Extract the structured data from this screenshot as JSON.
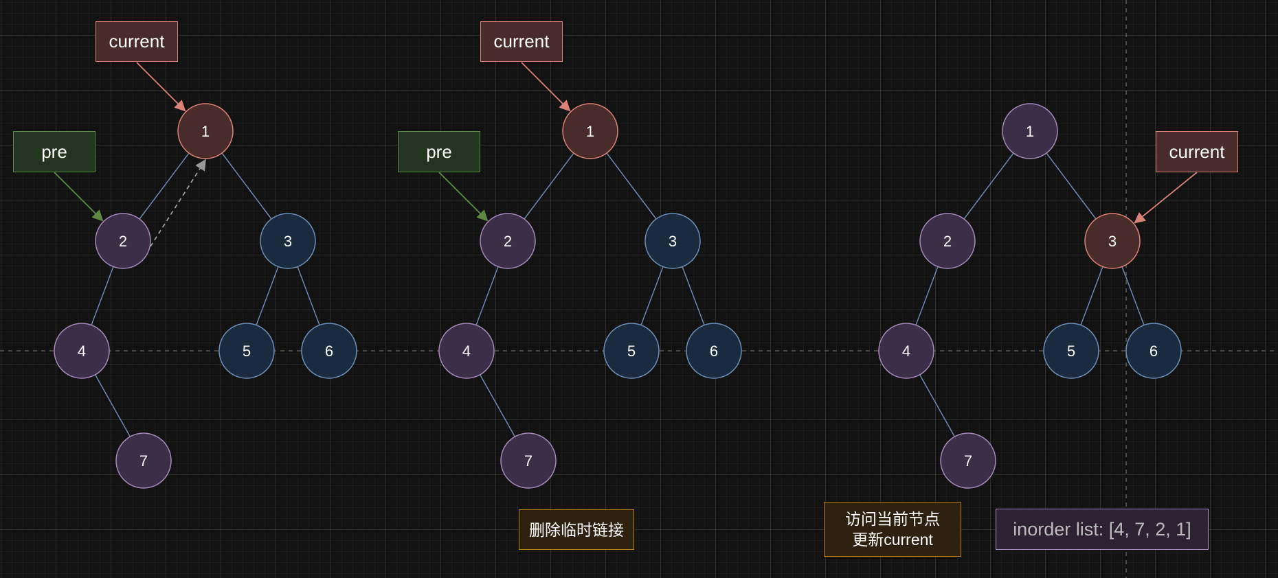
{
  "colors": {
    "background": "#121212",
    "node_purple_fill": "#3b2f47",
    "node_purple_stroke": "#a48ab8",
    "node_blue_fill": "#1b2b3f",
    "node_blue_stroke": "#6d8fb8",
    "node_current_fill": "#4a2b2b",
    "node_current_stroke": "#d9827a",
    "edge": "#6f87ad",
    "current_arrow": "#d9827a",
    "pre_arrow": "#5c8a44",
    "temp_link": "#9a9a9a",
    "guide_line": "#5a5a5a"
  },
  "panels": [
    {
      "id": "step-1",
      "nodes": [
        {
          "label": "1",
          "style": "current"
        },
        {
          "label": "2",
          "style": "purple"
        },
        {
          "label": "3",
          "style": "blue"
        },
        {
          "label": "4",
          "style": "purple"
        },
        {
          "label": "5",
          "style": "blue"
        },
        {
          "label": "6",
          "style": "blue"
        },
        {
          "label": "7",
          "style": "purple"
        }
      ],
      "edges": [
        [
          "1",
          "2"
        ],
        [
          "1",
          "3"
        ],
        [
          "2",
          "4"
        ],
        [
          "3",
          "5"
        ],
        [
          "3",
          "6"
        ],
        [
          "4",
          "7"
        ]
      ],
      "temp_link": {
        "from": "2",
        "to": "1"
      },
      "current_label": "current",
      "current_target": "1",
      "pre_label": "pre",
      "pre_target": "2"
    },
    {
      "id": "step-2",
      "nodes": [
        {
          "label": "1",
          "style": "current"
        },
        {
          "label": "2",
          "style": "purple"
        },
        {
          "label": "3",
          "style": "blue"
        },
        {
          "label": "4",
          "style": "purple"
        },
        {
          "label": "5",
          "style": "blue"
        },
        {
          "label": "6",
          "style": "blue"
        },
        {
          "label": "7",
          "style": "purple"
        }
      ],
      "edges": [
        [
          "1",
          "2"
        ],
        [
          "1",
          "3"
        ],
        [
          "2",
          "4"
        ],
        [
          "3",
          "5"
        ],
        [
          "3",
          "6"
        ],
        [
          "4",
          "7"
        ]
      ],
      "current_label": "current",
      "current_target": "1",
      "pre_label": "pre",
      "pre_target": "2",
      "note": "删除临时链接"
    },
    {
      "id": "step-3",
      "nodes": [
        {
          "label": "1",
          "style": "purple"
        },
        {
          "label": "2",
          "style": "purple"
        },
        {
          "label": "3",
          "style": "current"
        },
        {
          "label": "4",
          "style": "purple"
        },
        {
          "label": "5",
          "style": "blue"
        },
        {
          "label": "6",
          "style": "blue"
        },
        {
          "label": "7",
          "style": "purple"
        }
      ],
      "edges": [
        [
          "1",
          "2"
        ],
        [
          "1",
          "3"
        ],
        [
          "2",
          "4"
        ],
        [
          "3",
          "5"
        ],
        [
          "3",
          "6"
        ],
        [
          "4",
          "7"
        ]
      ],
      "current_label": "current",
      "current_target": "3",
      "note": "访问当前节点\n更新current",
      "inorder_list": "inorder list: [4, 7, 2, 1]"
    }
  ]
}
